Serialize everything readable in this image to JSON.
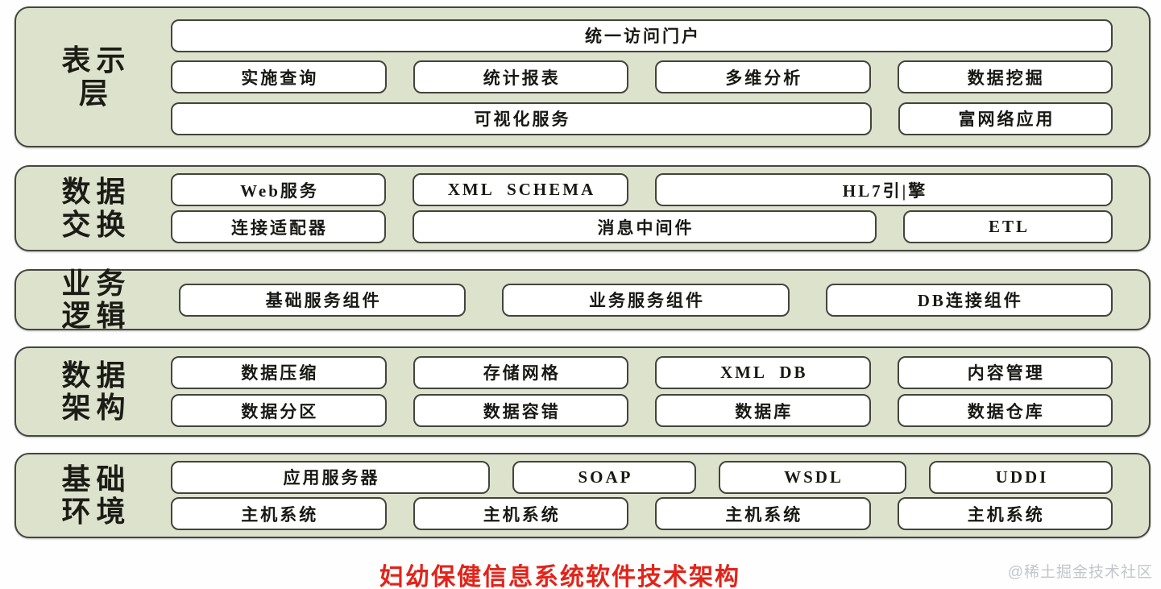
{
  "page": {
    "caption": "妇幼保健信息系统软件技术架构",
    "watermark": "@稀土掘金技术社区",
    "caption_color": "#e2241a",
    "layer_background_color": "#dde2cc",
    "box_background_color": "#ffffff",
    "border_color": "#45463e"
  },
  "layers": [
    {
      "name": "presentation",
      "label_line1": "表示",
      "label_line2": "层",
      "rows": [
        {
          "cells": [
            {
              "label": "统一访问门户"
            }
          ]
        },
        {
          "cells": [
            {
              "label": "实施查询"
            },
            {
              "label": "统计报表"
            },
            {
              "label": "多维分析"
            },
            {
              "label": "数据挖掘"
            }
          ]
        },
        {
          "cells": [
            {
              "label": "可视化服务"
            },
            {
              "label": "富网络应用"
            }
          ]
        }
      ]
    },
    {
      "name": "data-exchange",
      "label_line1": "数据",
      "label_line2": "交换",
      "rows": [
        {
          "cells": [
            {
              "label": "Web服务"
            },
            {
              "label": "XML  SCHEMA"
            },
            {
              "label": "HL7引|擎"
            }
          ]
        },
        {
          "cells": [
            {
              "label": "连接适配器"
            },
            {
              "label": "消息中间件"
            },
            {
              "label": "ETL"
            }
          ]
        }
      ]
    },
    {
      "name": "business-logic",
      "label_line1": "业务",
      "label_line2": "逻辑",
      "rows": [
        {
          "cells": [
            {
              "label": "基础服务组件"
            },
            {
              "label": "业务服务组件"
            },
            {
              "label": "DB连接组件"
            }
          ]
        }
      ]
    },
    {
      "name": "data-architecture",
      "label_line1": "数据",
      "label_line2": "架构",
      "rows": [
        {
          "cells": [
            {
              "label": "数据压缩"
            },
            {
              "label": "存储网格"
            },
            {
              "label": "XML  DB"
            },
            {
              "label": "内容管理"
            }
          ]
        },
        {
          "cells": [
            {
              "label": "数据分区"
            },
            {
              "label": "数据容错"
            },
            {
              "label": "数据库"
            },
            {
              "label": "数据仓库"
            }
          ]
        }
      ]
    },
    {
      "name": "infrastructure",
      "label_line1": "基础",
      "label_line2": "环境",
      "rows": [
        {
          "cells": [
            {
              "label": "应用服务器"
            },
            {
              "label": "SOAP"
            },
            {
              "label": "WSDL"
            },
            {
              "label": "UDDI"
            }
          ]
        },
        {
          "cells": [
            {
              "label": "主机系统"
            },
            {
              "label": "主机系统"
            },
            {
              "label": "主机系统"
            },
            {
              "label": "主机系统"
            }
          ]
        }
      ]
    }
  ]
}
